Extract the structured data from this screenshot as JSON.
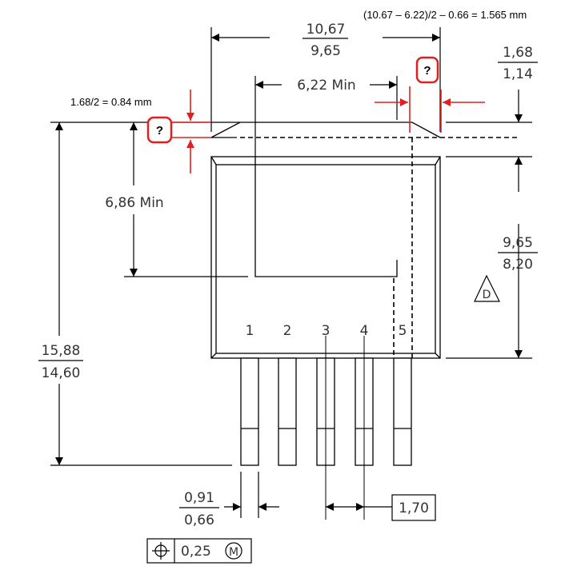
{
  "annotations": {
    "formula_top": "(10.67 – 6.22)/2 – 0.66 = 1.565 mm",
    "formula_left": "1.68/2 = 0.84 mm",
    "question_mark": "?"
  },
  "dimensions": {
    "top_width_max": "10,67",
    "top_width_min": "9,65",
    "tab_width": "6,22 Min",
    "right_thick_max": "1,68",
    "right_thick_min": "1,14",
    "left_inner_height": "6,86 Min",
    "right_body_max": "9,65",
    "right_body_min": "8,20",
    "total_height_max": "15,88",
    "total_height_min": "14,60",
    "lead_width_max": "0,91",
    "lead_width_min": "0,66",
    "pitch": "1,70",
    "position_tol": "0,25"
  },
  "pins": [
    "1",
    "2",
    "3",
    "4",
    "5"
  ],
  "datum": "D",
  "modifier": "M",
  "colors": {
    "annotation": "#e02020",
    "line": "#000000",
    "text": "#333333"
  }
}
